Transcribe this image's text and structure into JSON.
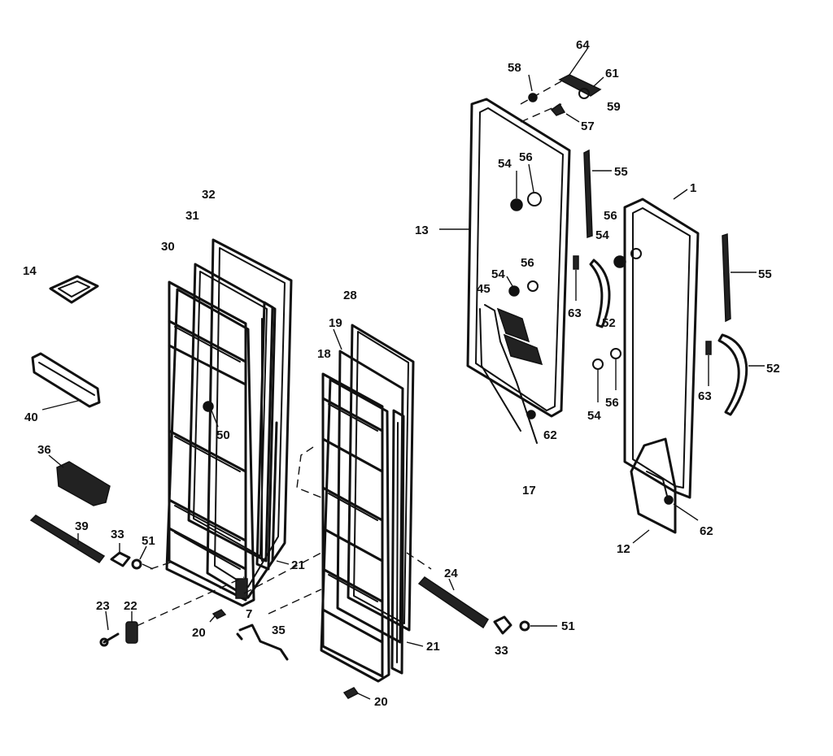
{
  "callouts": [
    {
      "id": "c1",
      "text": "1"
    },
    {
      "id": "c7",
      "text": "7"
    },
    {
      "id": "c12",
      "text": "12"
    },
    {
      "id": "c13",
      "text": "13"
    },
    {
      "id": "c14",
      "text": "14"
    },
    {
      "id": "c17",
      "text": "17"
    },
    {
      "id": "c18",
      "text": "18"
    },
    {
      "id": "c19",
      "text": "19"
    },
    {
      "id": "c20a",
      "text": "20"
    },
    {
      "id": "c20b",
      "text": "20"
    },
    {
      "id": "c21a",
      "text": "21"
    },
    {
      "id": "c21b",
      "text": "21"
    },
    {
      "id": "c22",
      "text": "22"
    },
    {
      "id": "c23",
      "text": "23"
    },
    {
      "id": "c24",
      "text": "24"
    },
    {
      "id": "c28",
      "text": "28"
    },
    {
      "id": "c30",
      "text": "30"
    },
    {
      "id": "c31",
      "text": "31"
    },
    {
      "id": "c32",
      "text": "32"
    },
    {
      "id": "c33a",
      "text": "33"
    },
    {
      "id": "c33b",
      "text": "33"
    },
    {
      "id": "c35",
      "text": "35"
    },
    {
      "id": "c36",
      "text": "36"
    },
    {
      "id": "c39",
      "text": "39"
    },
    {
      "id": "c40",
      "text": "40"
    },
    {
      "id": "c45",
      "text": "45"
    },
    {
      "id": "c50",
      "text": "50"
    },
    {
      "id": "c51a",
      "text": "51"
    },
    {
      "id": "c51b",
      "text": "51"
    },
    {
      "id": "c52a",
      "text": "52"
    },
    {
      "id": "c52b",
      "text": "52"
    },
    {
      "id": "c54a",
      "text": "54"
    },
    {
      "id": "c54b",
      "text": "54"
    },
    {
      "id": "c54c",
      "text": "54"
    },
    {
      "id": "c54d",
      "text": "54"
    },
    {
      "id": "c55a",
      "text": "55"
    },
    {
      "id": "c55b",
      "text": "55"
    },
    {
      "id": "c56a",
      "text": "56"
    },
    {
      "id": "c56b",
      "text": "56"
    },
    {
      "id": "c56c",
      "text": "56"
    },
    {
      "id": "c56d",
      "text": "56"
    },
    {
      "id": "c57",
      "text": "57"
    },
    {
      "id": "c58",
      "text": "58"
    },
    {
      "id": "c59",
      "text": "59"
    },
    {
      "id": "c61",
      "text": "61"
    },
    {
      "id": "c62a",
      "text": "62"
    },
    {
      "id": "c62b",
      "text": "62"
    },
    {
      "id": "c63a",
      "text": "63"
    },
    {
      "id": "c63b",
      "text": "63"
    },
    {
      "id": "c64",
      "text": "64"
    }
  ]
}
